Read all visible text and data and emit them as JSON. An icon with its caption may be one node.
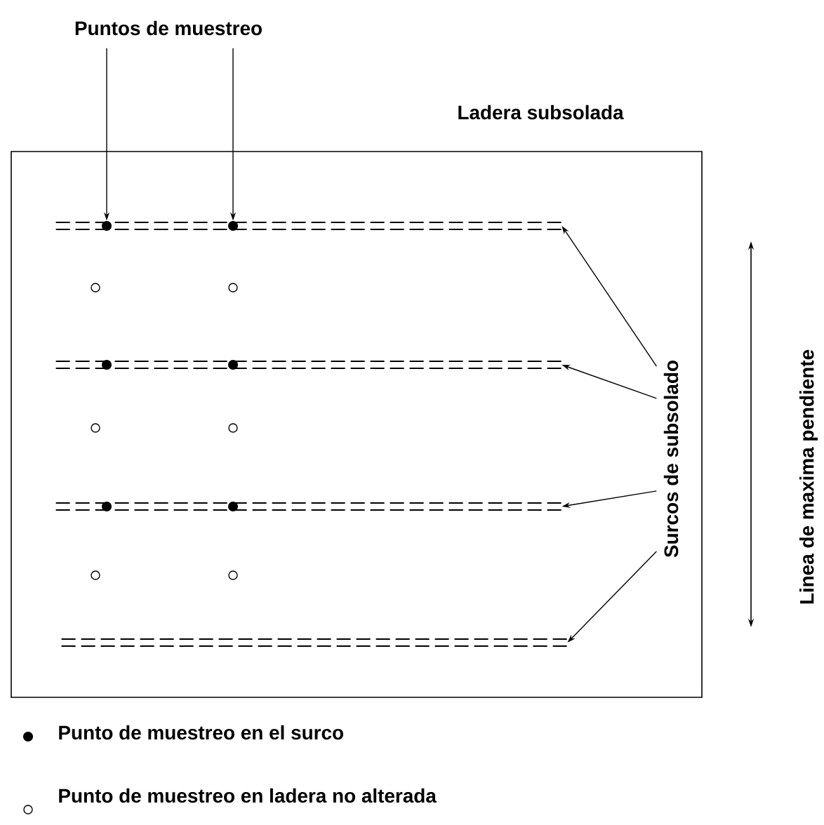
{
  "diagram": {
    "nodes": [
      {
        "text": [
          "Puntos de muestreo"
        ]
      },
      {
        "text": [
          "Ladera subsolada"
        ]
      },
      {
        "text": [],
        "shape": "bar",
        "in": 1
      },
      {
        "text": [],
        "shape": "bar",
        "in": 1
      },
      {
        "text": [],
        "shape": "bar",
        "in": 1
      },
      {
        "text": [],
        "shape": "bar",
        "in": 1
      },
      {
        "text": [],
        "shape": "circle",
        "in": 2
      },
      {
        "text": [],
        "shape": "circle",
        "in": 2
      },
      {
        "text": [
          "Surcos de subsolado"
        ],
        "in": 1
      }
    ],
    "edges": [
      {
        "from": 0,
        "to": 6,
        "arrow": "to"
      },
      {
        "from": 0,
        "to": 7,
        "arrow": "to"
      },
      {
        "from": 8,
        "to": 2,
        "arrow": "to"
      },
      {
        "from": 8,
        "to": 3,
        "arrow": "to"
      },
      {
        "from": 8,
        "to": 4,
        "arrow": "to"
      },
      {
        "from": 8,
        "to": 5,
        "arrow": "to"
      }
    ],
    "labels": [
      "Linea de maxima pendiente"
    ],
    "legend": [
      {
        "text": "Punto de muestreo en el surco"
      },
      {
        "text": "Punto de muestreo en ladera no alterada"
      }
    ]
  }
}
